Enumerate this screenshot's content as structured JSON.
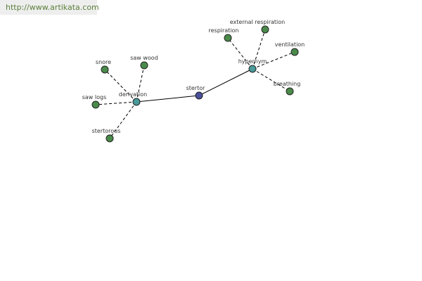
{
  "source_url": "http://www.artikata.com",
  "colors": {
    "leaf": "#4a8a4a",
    "hub": "#4a9a9a",
    "center": "#4a4f9a",
    "edge": "#000000",
    "url": "#5a7f3a"
  },
  "nodes": {
    "stertor": "stertor",
    "derivation": "derivation",
    "hypernym": "hypernym",
    "snore": "snore",
    "saw_wood": "saw wood",
    "saw_logs": "saw logs",
    "stertorous": "stertorous",
    "respiration": "respiration",
    "external_respiration": "external respiration",
    "ventilation": "ventilation",
    "breathing": "breathing"
  }
}
